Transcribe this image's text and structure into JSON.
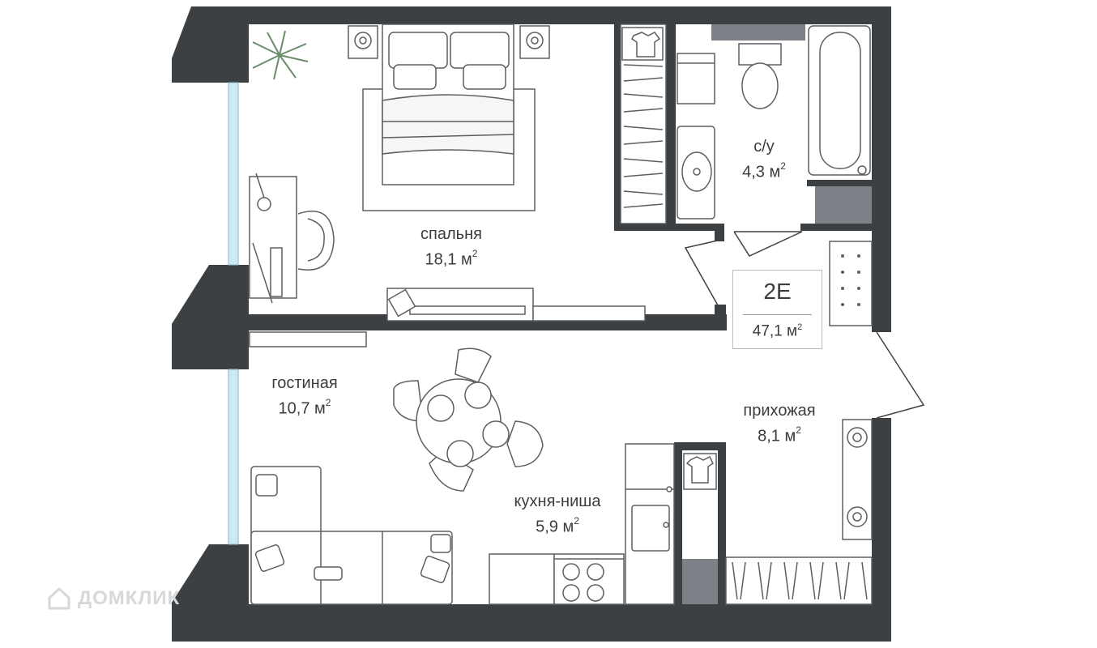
{
  "rooms": [
    {
      "id": "bedroom",
      "name": "спальня",
      "area": "18,1 м",
      "unit_sup": "2"
    },
    {
      "id": "bathroom",
      "name": "с/у",
      "area": "4,3 м",
      "unit_sup": "2"
    },
    {
      "id": "living",
      "name": "гостиная",
      "area": "10,7 м",
      "unit_sup": "2"
    },
    {
      "id": "hallway",
      "name": "прихожая",
      "area": "8,1 м",
      "unit_sup": "2"
    },
    {
      "id": "kitchen",
      "name": "кухня-ниша",
      "area": "5,9 м",
      "unit_sup": "2"
    }
  ],
  "unit": {
    "code": "2Е",
    "area": "47,1 м",
    "unit_sup": "2"
  },
  "watermark": "ДОМКЛИК",
  "colors": {
    "wall": "#3d4043",
    "line": "#5b5f63",
    "gray_fill": "#7d8086",
    "window": "#cfe9f0"
  }
}
